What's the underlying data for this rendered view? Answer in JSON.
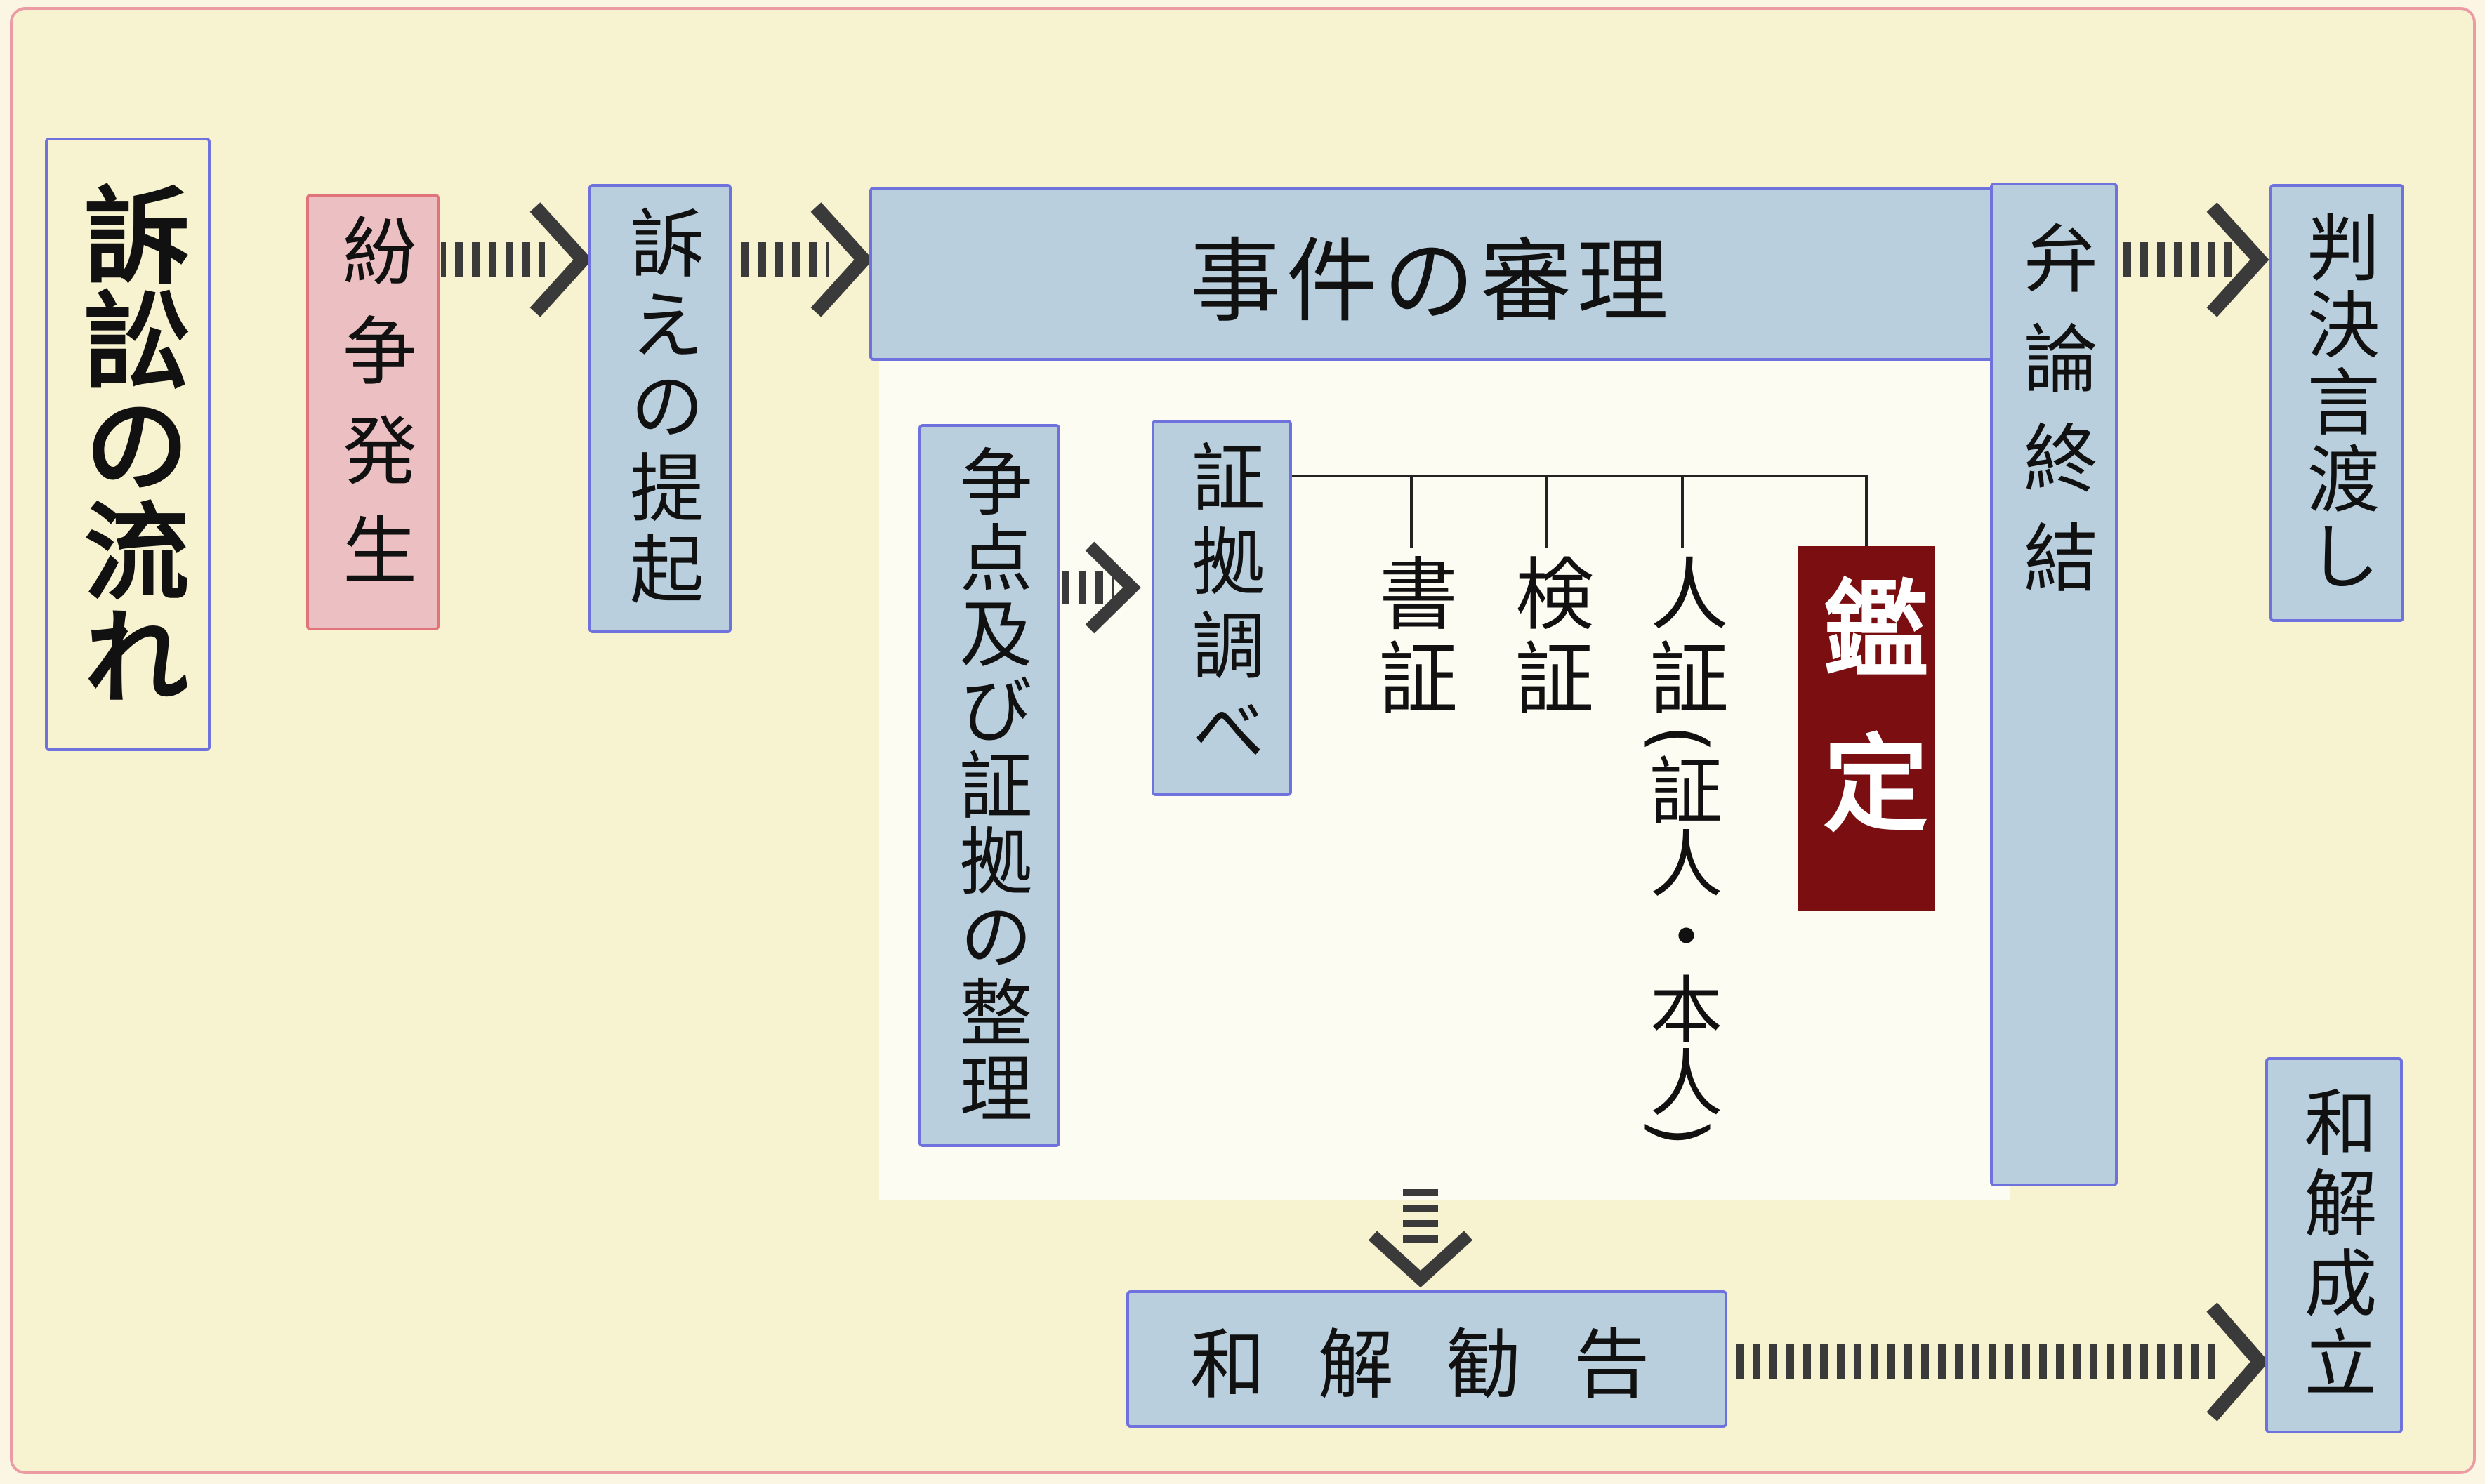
{
  "title": "訴訟の流れ",
  "nodes": {
    "dispute": "紛争発生",
    "filing": "訴えの提起",
    "trial": "事件の審理",
    "issues": "争点及び証拠の整理",
    "evidence": "証拠調べ",
    "documentary": "書証",
    "inspection": "検証",
    "testimony": "人証",
    "testimony_note": "(証人・本人)",
    "expert": "鑑定",
    "closing": "弁論終結",
    "judgment": "判決言渡し",
    "recommendation": "和 解 勧 告",
    "settlement": "和解成立"
  },
  "colors": {
    "box_fill": "#b9cfdd",
    "box_border": "#6f72dc",
    "dispute_fill": "#ecc0c2",
    "expert_fill": "#7a0e10",
    "arrow": "#3a3a3a",
    "background": "#f7f2cf"
  }
}
